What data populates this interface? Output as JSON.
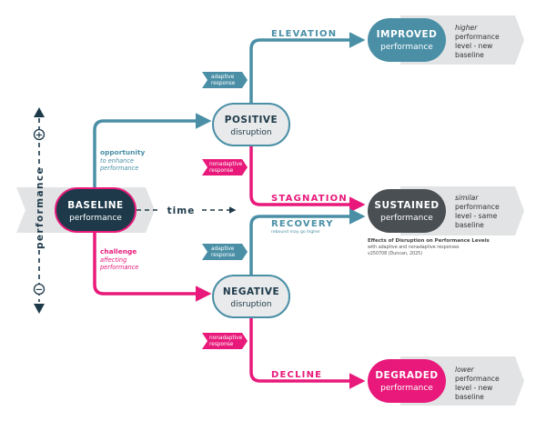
{
  "colors": {
    "teal": "#4a8fa6",
    "pink": "#e8197a",
    "navy": "#1e3a4a",
    "dark_gray": "#4a4f54",
    "light_gray": "#e2e3e4",
    "text": "#2b2b2b"
  },
  "axis": {
    "label": "performance",
    "plus": "+",
    "minus": "−",
    "time_label": "time"
  },
  "baseline": {
    "title": "BASELINE",
    "subtitle": "performance"
  },
  "positive": {
    "title": "POSITIVE",
    "subtitle": "disruption"
  },
  "negative": {
    "title": "NEGATIVE",
    "subtitle": "disruption"
  },
  "improved": {
    "title": "IMPROVED",
    "subtitle": "performance",
    "desc": [
      "higher",
      "performance",
      "level - new",
      "baseline"
    ]
  },
  "sustained": {
    "title": "SUSTAINED",
    "subtitle": "performance",
    "desc": [
      "similar",
      "performance",
      "level - same",
      "baseline"
    ]
  },
  "degraded": {
    "title": "DEGRADED",
    "subtitle": "performance",
    "desc": [
      "lower",
      "performance",
      "level - new",
      "baseline"
    ]
  },
  "stages": {
    "elevation": "ELEVATION",
    "stagnation": "STAGNATION",
    "recovery": "RECOVERY",
    "recovery_note": "rebound may go higher",
    "decline": "DECLINE"
  },
  "tags": {
    "adaptive_top": [
      "adaptive",
      "response"
    ],
    "nonadaptive_top": [
      "nonadaptive",
      "response"
    ],
    "adaptive_bottom": [
      "adaptive",
      "response"
    ],
    "nonadaptive_bottom": [
      "nonadaptive",
      "response"
    ]
  },
  "opportunity": {
    "title": "opportunity",
    "lines": [
      "to enhance",
      "performance"
    ]
  },
  "challenge": {
    "title": "challenge",
    "lines": [
      "affecting",
      "performance"
    ]
  },
  "caption": {
    "title": "Effects of Disruption on Performance Levels",
    "line2": "with adaptive and nonadaptive responses",
    "line3": "v250708 (Duncan, 2025)"
  }
}
